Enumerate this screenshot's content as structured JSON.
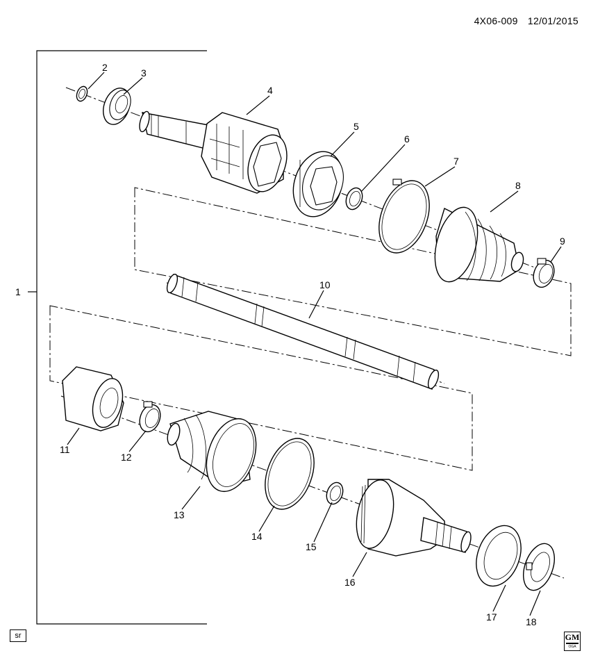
{
  "header": {
    "diagram_code": "4X06-009",
    "date": "12/01/2015"
  },
  "footer": {
    "source_tag": "sr",
    "logo": "gm-logo"
  },
  "callouts": [
    "1",
    "2",
    "3",
    "4",
    "5",
    "6",
    "7",
    "8",
    "9",
    "10",
    "11",
    "12",
    "13",
    "14",
    "15",
    "16",
    "17",
    "18"
  ]
}
